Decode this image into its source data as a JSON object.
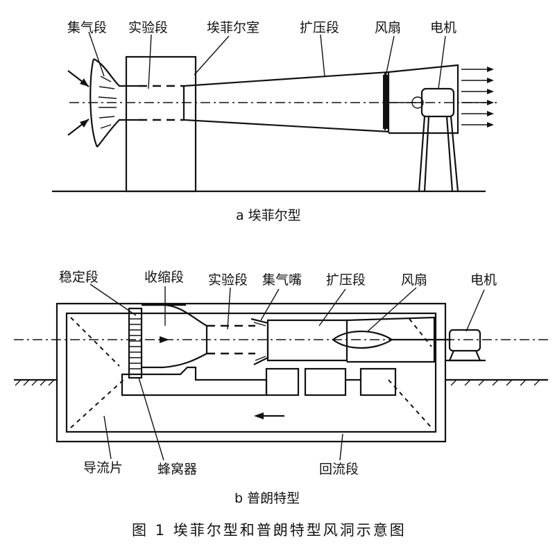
{
  "diagram_a": {
    "labels": {
      "collector": "集气段",
      "test_section": "实验段",
      "eiffel_chamber": "埃菲尔室",
      "diffuser": "扩压段",
      "fan": "风扇",
      "motor": "电机"
    },
    "caption": "a  埃菲尔型"
  },
  "diagram_b": {
    "labels": {
      "settling": "稳定段",
      "contraction": "收缩段",
      "test_section": "实验段",
      "collector_nozzle": "集气嘴",
      "diffuser": "扩压段",
      "fan": "风扇",
      "motor": "电机",
      "guide_vanes": "导流片",
      "honeycomb": "蜂窝器",
      "return_section": "回流段"
    },
    "caption": "b  普朗特型"
  },
  "figure_title": "图 1   埃菲尔型和普朗特型风洞示意图"
}
